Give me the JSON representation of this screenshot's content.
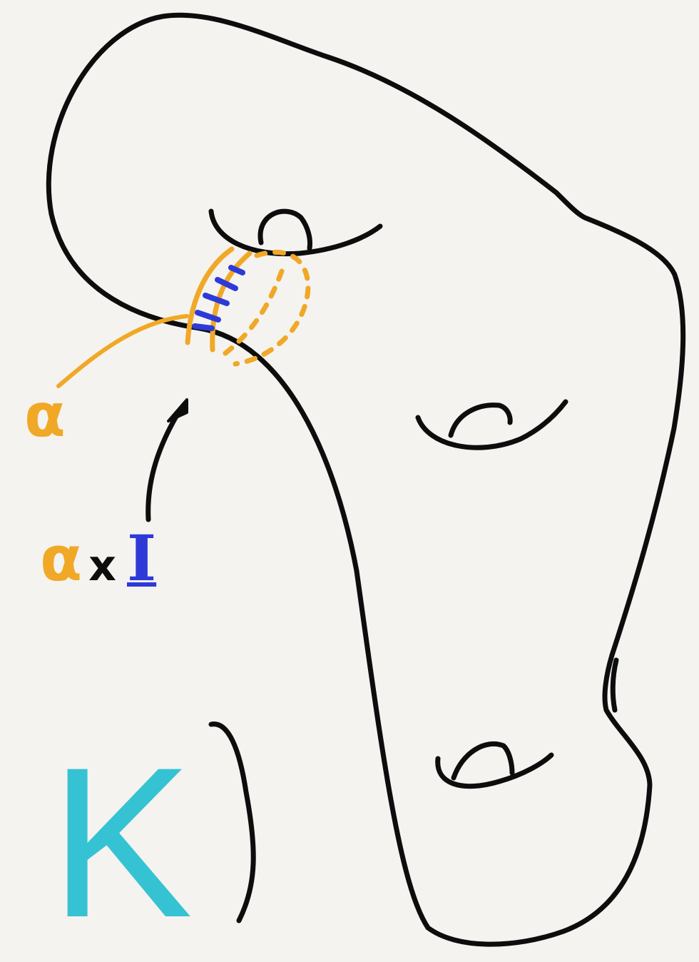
{
  "colors": {
    "background": "#f4f3ef",
    "outline": "#0d0d0d",
    "alpha": "#f0a826",
    "interval": "#2e3ad8",
    "knot_label": "#35c3d3"
  },
  "labels": {
    "alpha_label": "α",
    "product": {
      "factor_alpha": "α",
      "times": "x",
      "factor_interval": "I"
    },
    "knot": "K"
  },
  "icons": {
    "arrow": "arrow-up-icon"
  }
}
